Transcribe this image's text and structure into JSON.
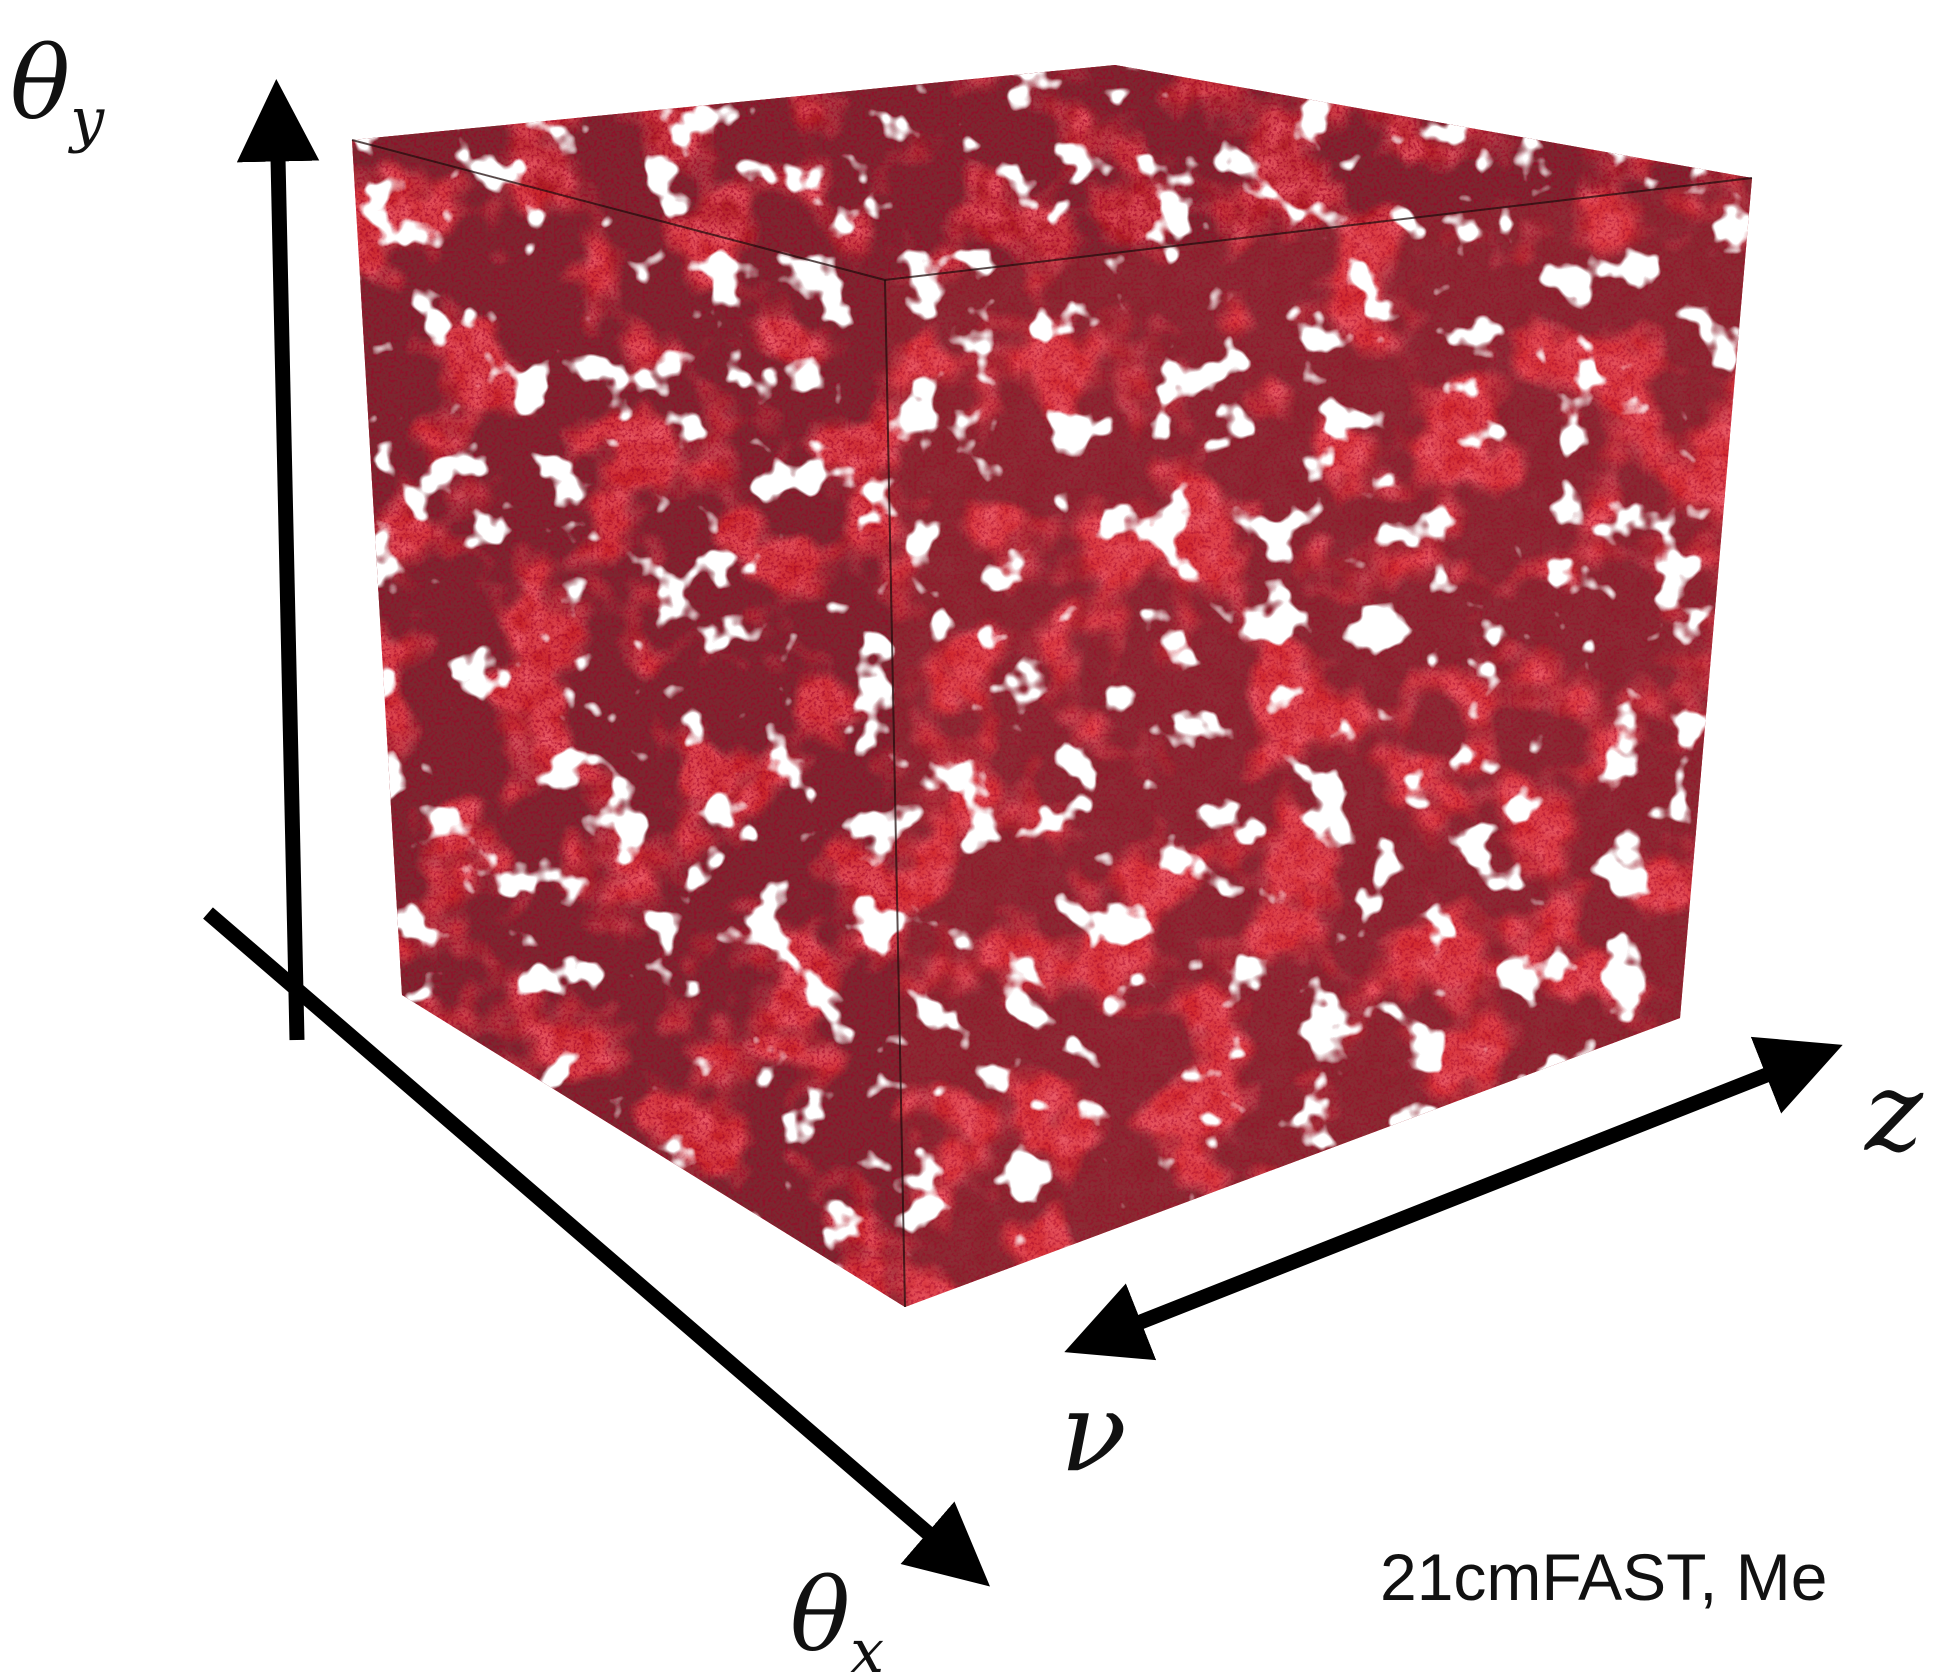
{
  "axes": {
    "theta_y": {
      "base": "θ",
      "sub": "y"
    },
    "theta_x": {
      "base": "θ",
      "sub": "x"
    },
    "z": {
      "label": "z"
    },
    "nu": {
      "label": "ν"
    }
  },
  "credit": "21cmFAST, Me",
  "colors": {
    "background": "#ffffff",
    "arrow": "#000000",
    "field_red": "#d42a2f",
    "field_dark": "#3a0508",
    "ionized": "#ffffff"
  },
  "icons": [
    "arrow-up-icon",
    "arrow-down-right-icon",
    "double-arrow-icon"
  ]
}
